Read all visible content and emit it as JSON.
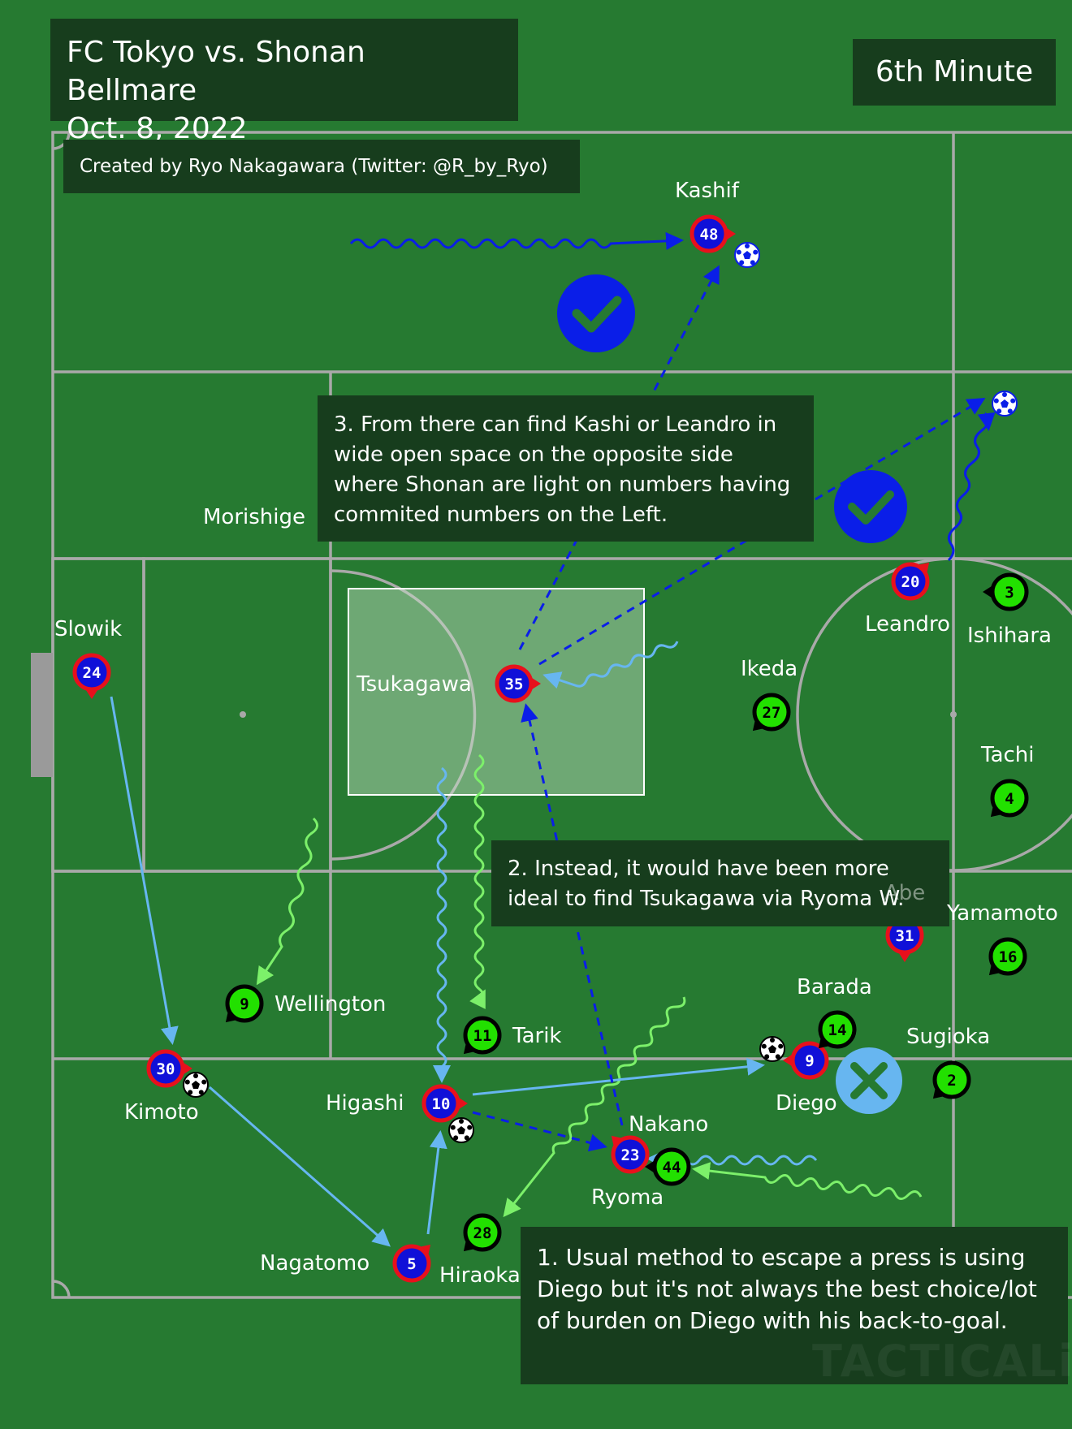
{
  "header": {
    "title_line1": "FC Tokyo vs. Shonan Bellmare",
    "title_line2": "Oct. 8, 2022",
    "minute": "6th Minute"
  },
  "credit": "Created by Ryo Nakagawara (Twitter: @R_by_Ryo)",
  "notes": {
    "note1": "1. Usual method to escape a press is using Diego but it's not always the best choice/lot of burden on Diego with his back-to-goal.",
    "note2": "2. Instead, it would have been more ideal to find Tsukagawa via Ryoma W.",
    "note3": "3. From there can find Kashi or Leandro in wide open space on the opposite side where Shonan are light on numbers having commited numbers on the Left."
  },
  "players": {
    "kashif": {
      "name": "Kashif",
      "number": "48"
    },
    "leandro": {
      "name": "Leandro",
      "number": "20"
    },
    "morishige": {
      "name": "Morishige",
      "number": ""
    },
    "slowik": {
      "name": "Slowik",
      "number": "24"
    },
    "tsukagawa": {
      "name": "Tsukagawa",
      "number": "35"
    },
    "abe": {
      "name": "Abe",
      "number": "31"
    },
    "diego": {
      "name": "Diego",
      "number": "9"
    },
    "kimoto": {
      "name": "Kimoto",
      "number": "30"
    },
    "higashi": {
      "name": "Higashi",
      "number": "10"
    },
    "nakano": {
      "name": "Nakano",
      "number": "44"
    },
    "ryoma": {
      "name": "Ryoma",
      "number": "23"
    },
    "nagatomo": {
      "name": "Nagatomo",
      "number": "5"
    },
    "ishihara": {
      "name": "Ishihara",
      "number": "3"
    },
    "ikeda": {
      "name": "Ikeda",
      "number": "27"
    },
    "tachi": {
      "name": "Tachi",
      "number": "4"
    },
    "yamamoto": {
      "name": "Yamamoto",
      "number": "16"
    },
    "wellington": {
      "name": "Wellington",
      "number": "9"
    },
    "tarik": {
      "name": "Tarik",
      "number": "11"
    },
    "barada": {
      "name": "Barada",
      "number": "14"
    },
    "sugioka": {
      "name": "Sugioka",
      "number": "2"
    },
    "hiraoka": {
      "name": "Hiraoka",
      "number": "28"
    }
  },
  "watermark": "TACTICALista",
  "colors": {
    "pitch": "#267a31",
    "panel": "#173d1d",
    "tokyo_fill": "#1010d8",
    "tokyo_ring": "#e8101c",
    "shonan_fill": "#22e000",
    "pass_dark": "#0a1ee8",
    "pass_light": "#67b6f0",
    "run_green": "#7cf06a"
  }
}
